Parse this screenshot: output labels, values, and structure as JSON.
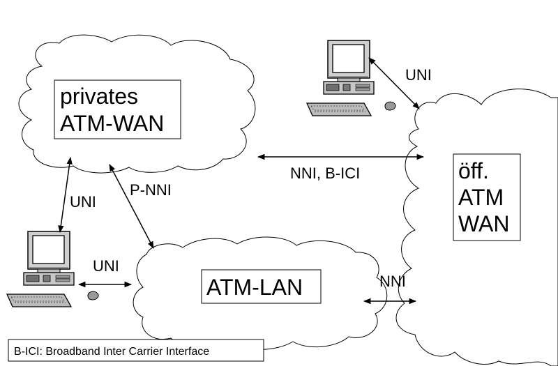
{
  "clouds": {
    "private_wan": {
      "label_line1": "privates",
      "label_line2": "ATM-WAN"
    },
    "public_wan": {
      "label_line1": "öff.",
      "label_line2": "ATM",
      "label_line3": "WAN"
    },
    "lan": {
      "label": "ATM-LAN"
    }
  },
  "links": {
    "uni_top_pc": "UNI",
    "nni_bici": "NNI, B-ICI",
    "uni_left": "UNI",
    "pnni": "P-NNI",
    "uni_bottom_pc": "UNI",
    "nni_lan": "NNI"
  },
  "footnote": "B-ICI: Broadband Inter Carrier Interface",
  "computers": {
    "top": "computer-icon",
    "bottom": "computer-icon"
  }
}
